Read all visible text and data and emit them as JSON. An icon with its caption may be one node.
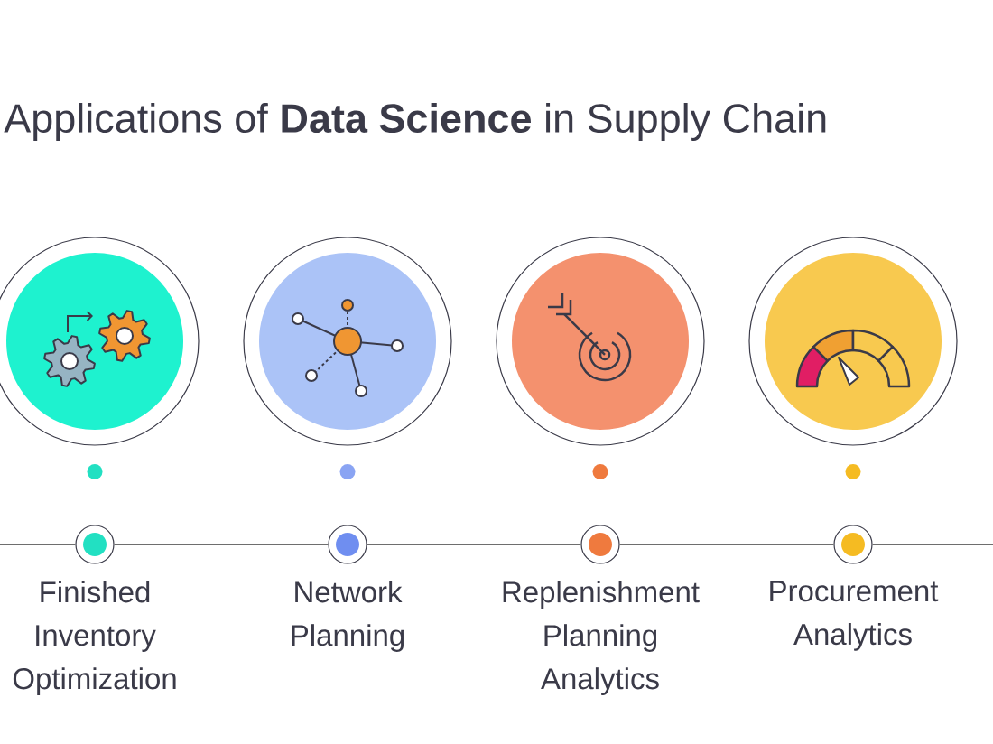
{
  "diagram": {
    "title": "Applications of **Data Science** in Supply Chain",
    "nodes": [
      {
        "text": [],
        "shape": "circle"
      },
      {
        "text": [],
        "shape": "circle"
      },
      {
        "text": [],
        "shape": "circle"
      },
      {
        "text": [],
        "shape": "circle"
      },
      {
        "text": [
          "Finished Inventory Optimization"
        ]
      },
      {
        "text": [
          "Network Planning"
        ]
      },
      {
        "text": [
          "Replenishment Planning Analytics"
        ]
      },
      {
        "text": [
          "Procurement Analytics"
        ]
      }
    ],
    "edges": [
      {
        "from": 0,
        "to": 4,
        "arrow": "none",
        "style": "dashed",
        "color": "#22e0c2"
      },
      {
        "from": 1,
        "to": 5,
        "arrow": "none",
        "style": "dashed",
        "color": "#8aa4f3"
      },
      {
        "from": 2,
        "to": 6,
        "arrow": "none",
        "style": "dashed",
        "color": "#ef7a3e"
      },
      {
        "from": 3,
        "to": 7,
        "arrow": "none",
        "style": "dashed",
        "color": "#f5bb22"
      },
      {
        "from": null,
        "to": 4,
        "arrow": "none"
      },
      {
        "from": 4,
        "to": 5,
        "arrow": "none"
      },
      {
        "from": 5,
        "to": 6,
        "arrow": "none"
      },
      {
        "from": 6,
        "to": 7,
        "arrow": "none"
      },
      {
        "from": 7,
        "to": null,
        "arrow": "none"
      }
    ]
  }
}
